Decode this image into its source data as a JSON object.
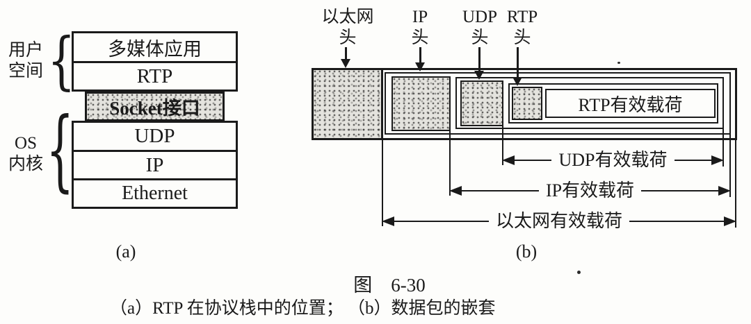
{
  "figure": {
    "number": "图　6-30",
    "caption": "（a）RTP 在协议栈中的位置； （b）数据包的嵌套",
    "sublabel_a": "(a)",
    "sublabel_b": "(b)"
  },
  "stack": {
    "user_space": {
      "line1": "用户",
      "line2": "空间"
    },
    "os_kernel": {
      "line1": "OS",
      "line2": "内核"
    },
    "user_layers": [
      {
        "label": "多媒体应用"
      },
      {
        "label": "RTP"
      }
    ],
    "socket": {
      "label": "Socket接口"
    },
    "kernel_layers": [
      {
        "label": "UDP"
      },
      {
        "label": "IP"
      },
      {
        "label": "Ethernet"
      }
    ]
  },
  "packet": {
    "headers": [
      {
        "name": "以太网",
        "suffix": "头"
      },
      {
        "name": "IP",
        "suffix": "头"
      },
      {
        "name": "UDP",
        "suffix": "头"
      },
      {
        "name": "RTP",
        "suffix": "头"
      }
    ],
    "rtp_payload": "RTP有效载荷",
    "spans": [
      {
        "label": "UDP有效载荷"
      },
      {
        "label": "IP有效载荷"
      },
      {
        "label": "以太网有效载荷"
      }
    ]
  },
  "colors": {
    "ink": "#1a1a1a",
    "paper": "#fdfdfb",
    "shade": "#e4e3de"
  }
}
